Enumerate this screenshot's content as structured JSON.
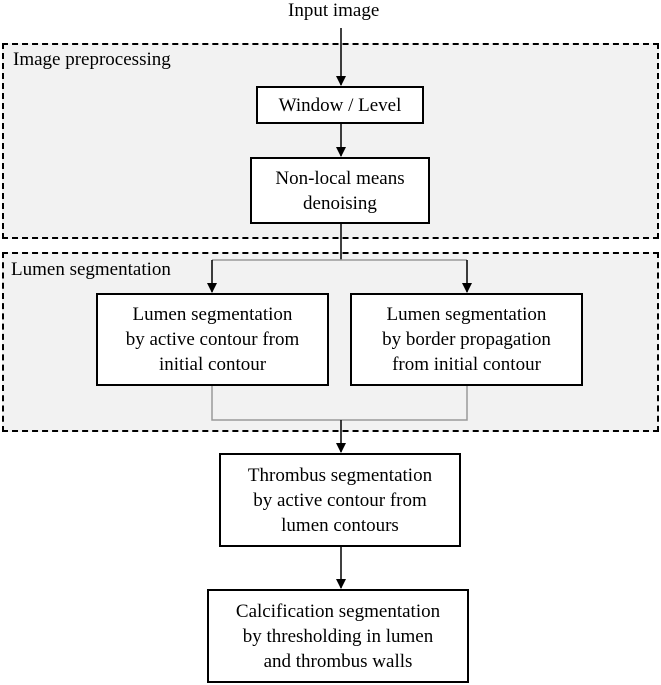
{
  "input_label": "Input image",
  "groups": {
    "preprocessing": "Image preprocessing",
    "lumen": "Lumen segmentation"
  },
  "nodes": {
    "window_level": "Window / Level",
    "denoising": "Non-local means\ndenoising",
    "lumen_active": "Lumen segmentation\nby active  contour from\ninitial  contour",
    "lumen_border": "Lumen segmentation\nby border propagation\nfrom initial  contour",
    "thrombus": "Thrombus segmentation\nby active contour from\nlumen contours",
    "calcification": "Calcification  segmentation\nby thresholding in lumen\nand thrombus walls"
  },
  "colors": {
    "group_fill": "#f2f2f2",
    "merge_line": "#999999",
    "stroke": "#000000"
  }
}
